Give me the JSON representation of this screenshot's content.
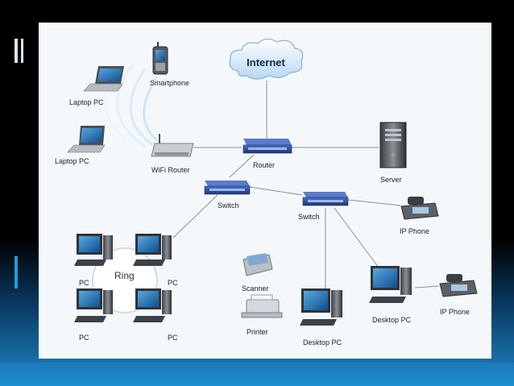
{
  "diagram": {
    "internet": "Internet",
    "smartphone": "Smartphone",
    "laptop_1": "Laptop PC",
    "laptop_2": "Laptop PC",
    "wifi_router": "WiFi Router",
    "router": "Router",
    "server": "Server",
    "switch_1": "Switch",
    "switch_2": "Switch",
    "ip_phone_1": "IP Phone",
    "ip_phone_2": "IP Phone",
    "ring": "Ring",
    "pc_1": "PC",
    "pc_2": "PC",
    "pc_3": "PC",
    "pc_4": "PC",
    "scanner": "Scanner",
    "printer": "Printer",
    "desktop_1": "Desktop PC",
    "desktop_2": "Desktop PC"
  },
  "colors": {
    "panel": "#f5f8fb",
    "accent_blue": "#1e8fd0",
    "line": "#8a8f96",
    "device_blue": "#2b4fa0"
  }
}
